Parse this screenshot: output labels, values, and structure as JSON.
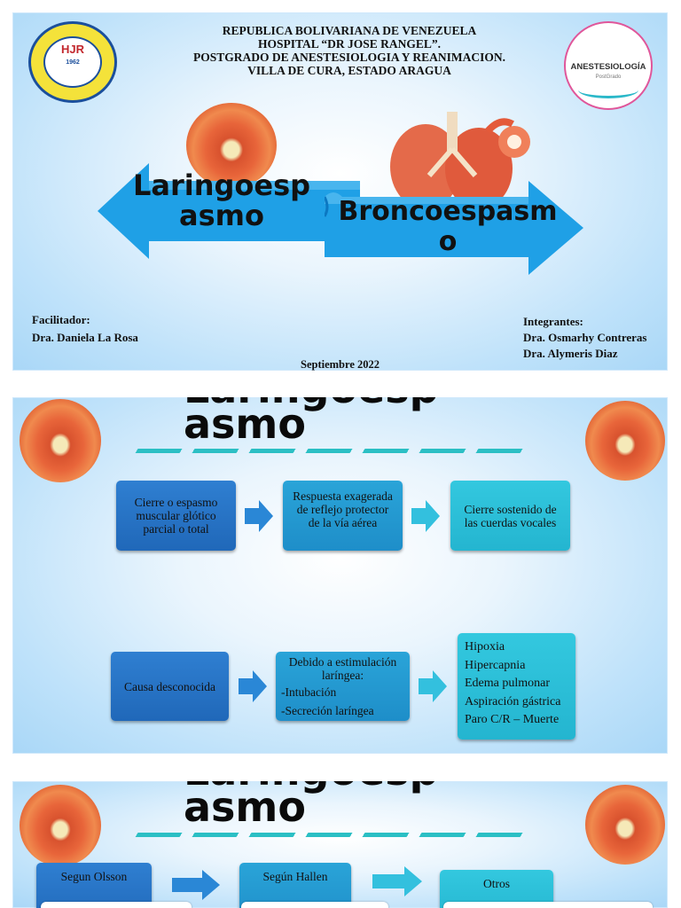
{
  "slide1": {
    "header_lines": [
      "REPUBLICA BOLIVARIANA DE VENEZUELA",
      "HOSPITAL “DR JOSE RANGEL”.",
      "POSTGRADO DE ANESTESIOLOGIA Y REANIMACION.",
      "VILLA DE CURA, ESTADO ARAGUA"
    ],
    "logo_left": {
      "text": "HJR",
      "year": "1962"
    },
    "logo_right": {
      "text": "ANESTESIOLOGÍA",
      "sub": "PostGrado"
    },
    "arrow_left_label": [
      "Laringoesp",
      "asmo"
    ],
    "arrow_right_label": [
      "Broncoespasm",
      "o"
    ],
    "facilitator_title": "Facilitador:",
    "facilitator_name": "Dra. Daniela La Rosa",
    "members_title": "Integrantes:",
    "members": [
      "Dra. Osmarhy Contreras",
      "Dra. Alymeris Diaz"
    ],
    "date": "Septiembre 2022",
    "colors": {
      "arrow": "#1fa0e6",
      "arrow_dark": "#0c78c2"
    }
  },
  "slide2": {
    "title_top": "Laringoesp",
    "title": "asmo",
    "row1": [
      "Cierre o espasmo muscular glótico parcial o total",
      "Respuesta exagerada de reflejo protector de la vía aérea",
      "Cierre sostenido de las cuerdas vocales"
    ],
    "row2": {
      "box1": "Causa desconocida",
      "box2_title": "Debido a estimulación laríngea:",
      "box2_items": [
        "-Intubación",
        "-Secreción laríngea"
      ],
      "box3_items": [
        "Hipoxia",
        "Hipercapnia",
        "Edema pulmonar",
        "Aspiración gástrica",
        "Paro C/R – Muerte"
      ]
    }
  },
  "slide3": {
    "title_top": "Laringoesp",
    "title": "asmo",
    "boxes": [
      "Segun Olsson",
      "Según Hallen",
      "Otros"
    ]
  }
}
